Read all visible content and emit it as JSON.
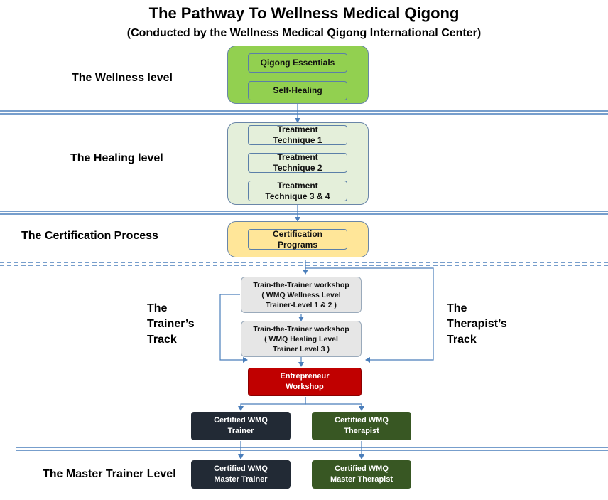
{
  "header": {
    "title": "The Pathway To Wellness Medical Qigong",
    "subtitle": "(Conducted by the Wellness Medical Qigong International Center)"
  },
  "levels": {
    "wellness": "The Wellness level",
    "healing": "The Healing level",
    "certification": "The Certification Process",
    "master": "The Master Trainer Level"
  },
  "tracks": {
    "trainer": [
      "The",
      "Trainer’s",
      "Track"
    ],
    "therapist": [
      "The",
      "Therapist’s",
      "Track"
    ]
  },
  "boxes": {
    "qigong_essentials": "Qigong Essentials",
    "self_healing": "Self-Healing",
    "treatment_1": [
      "Treatment",
      "Technique 1"
    ],
    "treatment_2": [
      "Treatment",
      "Technique 2"
    ],
    "treatment_34": [
      "Treatment",
      "Technique 3 & 4"
    ],
    "certification": [
      "Certification",
      "Programs"
    ],
    "ttt_wellness": [
      "Train-the-Trainer workshop",
      "( WMQ  Wellness Level",
      "Trainer-Level 1 & 2 )"
    ],
    "ttt_healing": [
      "Train-the-Trainer workshop",
      "( WMQ  Healing  Level",
      "Trainer Level 3 )"
    ],
    "entrepreneur": [
      "Entrepreneur",
      "Workshop"
    ],
    "cert_trainer": [
      "Certified WMQ",
      "Trainer"
    ],
    "cert_therapist": [
      "Certified WMQ",
      "Therapist"
    ],
    "master_trainer": [
      "Certified WMQ",
      "Master Trainer"
    ],
    "master_therapist": [
      "Certified WMQ",
      "Master Therapist"
    ]
  },
  "colors": {
    "wellness_outer": "#92d050",
    "healing_outer": "#e4efda",
    "certification_outer": "#ffe699",
    "workshop_box": "#e6e6e6",
    "entrepreneur": "#c00000",
    "trainer_dark": "#222a35",
    "therapist_green": "#385723",
    "connector": "#4a7ebb"
  }
}
